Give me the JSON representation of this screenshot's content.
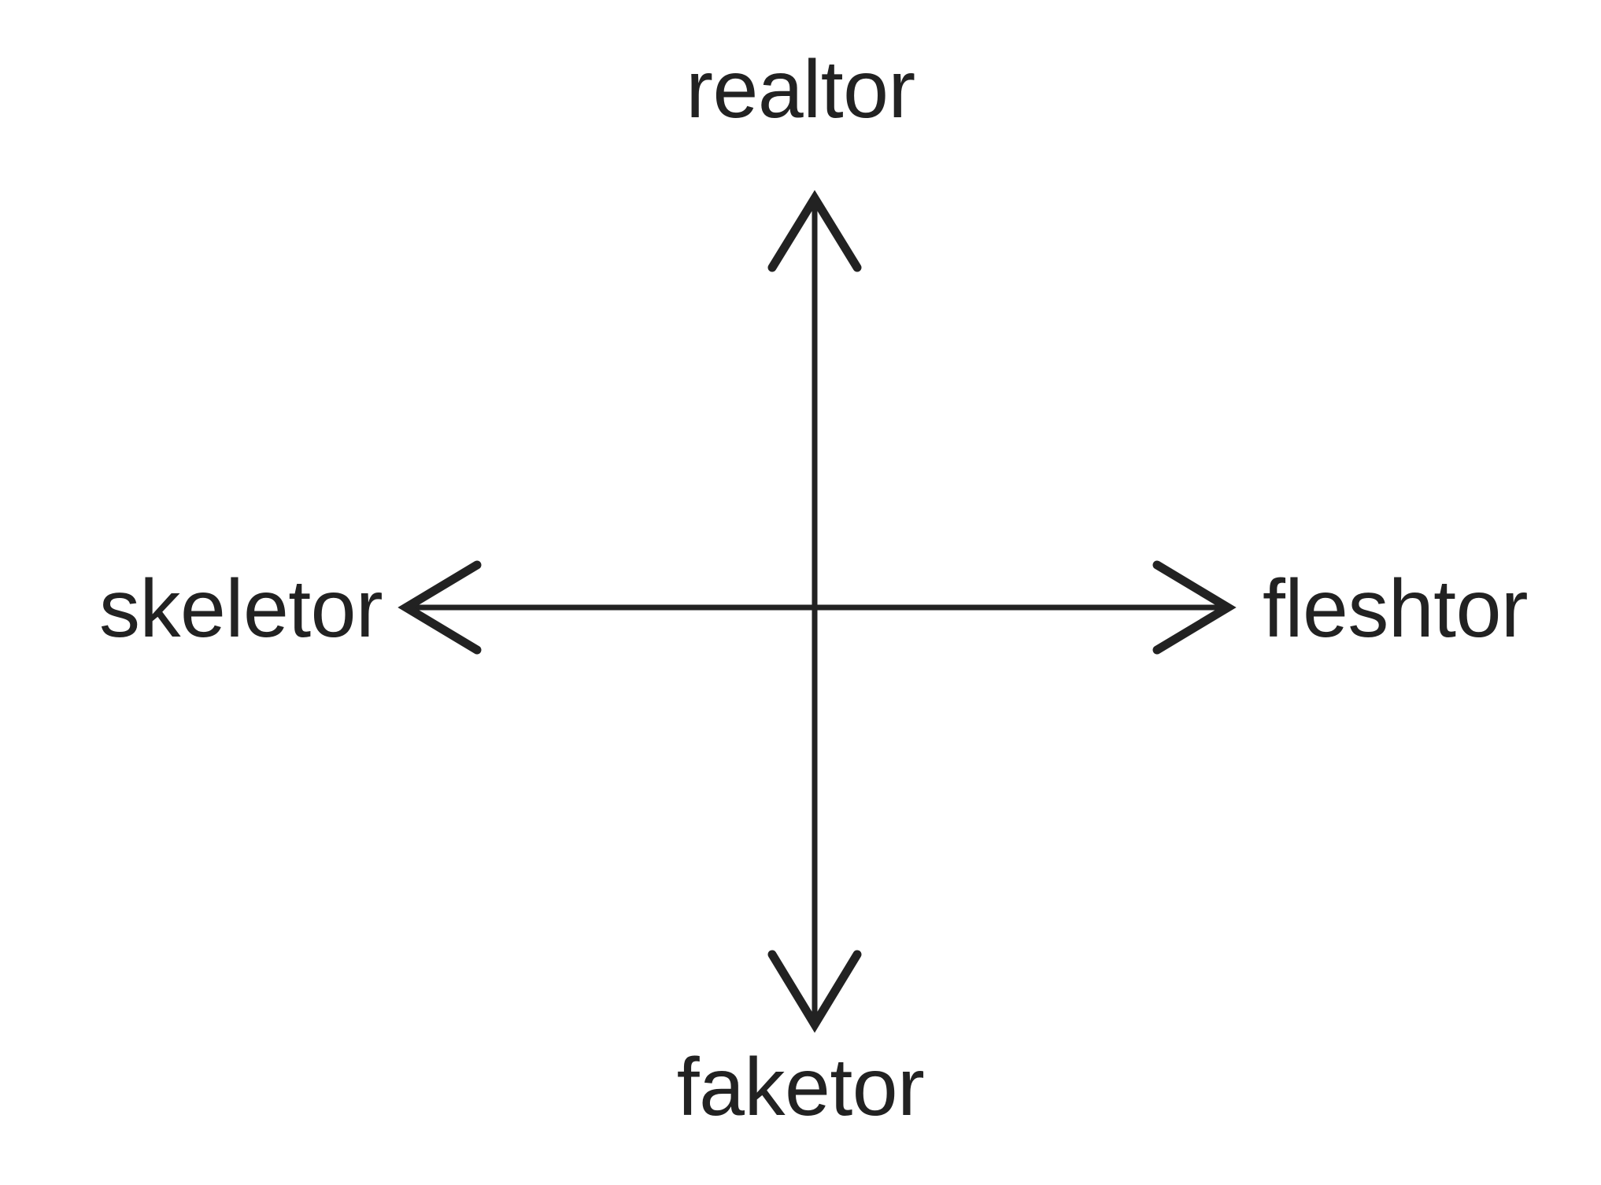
{
  "diagram": {
    "type": "two-axis-cross",
    "background_color": "#ffffff",
    "stroke_color": "#222222",
    "text_color": "#222222",
    "axes": {
      "vertical": {
        "top_label": "realtor",
        "bottom_label": "faketor",
        "arrowheads": [
          "up",
          "down"
        ]
      },
      "horizontal": {
        "left_label": "skeletor",
        "right_label": "fleshtor",
        "arrowheads": [
          "left",
          "right"
        ]
      }
    },
    "labels": {
      "top": "realtor",
      "bottom": "faketor",
      "left": "skeletor",
      "right": "fleshtor"
    },
    "icons": {
      "arrow_up": "arrow-up-icon",
      "arrow_down": "arrow-down-icon",
      "arrow_left": "arrow-left-icon",
      "arrow_right": "arrow-right-icon"
    }
  }
}
